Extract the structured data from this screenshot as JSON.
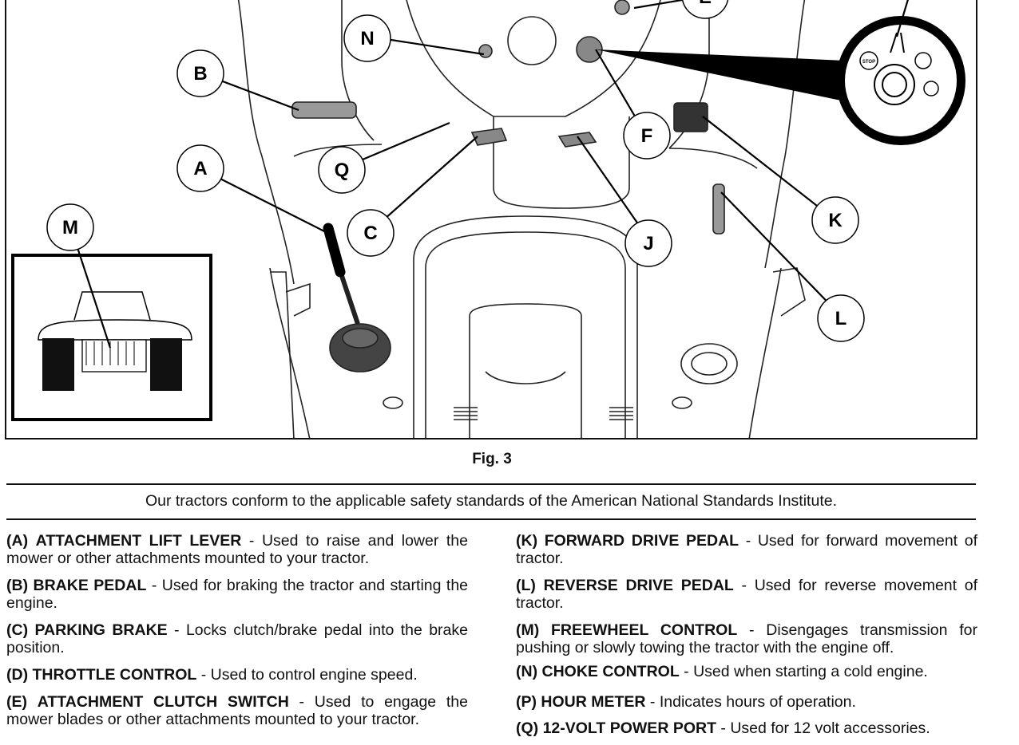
{
  "figure": {
    "callouts": [
      "A",
      "B",
      "C",
      "E",
      "F",
      "J",
      "K",
      "L",
      "M",
      "N",
      "Q"
    ],
    "ignition_labels": {
      "stop": "STOP"
    },
    "caption": "Fig. 3"
  },
  "notice": "Our tractors conform to the applicable safety standards of the American National Standards Institute.",
  "items_left": [
    {
      "code": "(A)",
      "name": "ATTACHMENT LIFT LEVER",
      "desc": " - Used to raise and lower the mower or other attachments mounted to your tractor."
    },
    {
      "code": "(B)",
      "name": "BRAKE PEDAL",
      "desc": " - Used for braking the tractor and starting the engine."
    },
    {
      "code": "(C)",
      "name": "PARKING BRAKE",
      "desc": " - Locks clutch/brake pedal into the brake position."
    },
    {
      "code": "(D)",
      "name": "THROTTLE CONTROL",
      "desc": " - Used to control engine speed."
    },
    {
      "code": "(E)",
      "name": "ATTACHMENT CLUTCH SWITCH",
      "desc": " - Used to engage the mower blades or other attachments mounted to your tractor."
    }
  ],
  "items_right": [
    {
      "code": "(K)",
      "name": "FORWARD DRIVE PEDAL",
      "desc": " - Used for forward movement of tractor."
    },
    {
      "code": "(L)",
      "name": "REVERSE DRIVE PEDAL",
      "desc": " - Used for reverse movement of tractor."
    },
    {
      "code": "(M)",
      "name": "FREEWHEEL CONTROL",
      "desc": " - Disengages transmission for pushing or slowly  towing the tractor with the engine off."
    },
    {
      "code": "(N)",
      "name": "CHOKE CONTROL",
      "desc": " - Used when starting a cold engine."
    },
    {
      "code": "(P)",
      "name": "HOUR METER",
      "desc": " - Indicates hours of operation."
    },
    {
      "code": "(Q)",
      "name": "12-VOLT POWER PORT",
      "desc": " - Used for 12 volt accessories."
    }
  ]
}
